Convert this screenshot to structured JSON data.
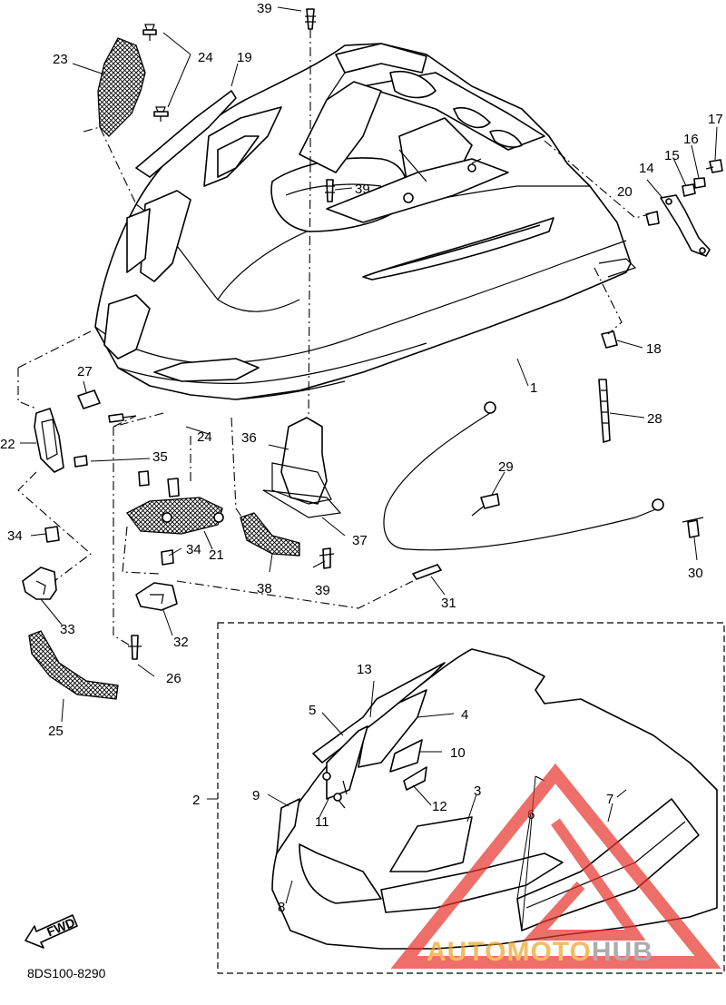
{
  "diagram_code": "8DS100-8290",
  "fwd_label": "FWD",
  "watermark": {
    "part1": "AUTO",
    "part2": "MOTO",
    "part3": "HUB"
  },
  "colors": {
    "watermark_red": "#e8322a",
    "watermark_orange": "#f0a020",
    "watermark_gray": "#8a8a8a"
  },
  "callouts": {
    "c1": "1",
    "c2": "2",
    "c3": "3",
    "c4": "4",
    "c5": "5",
    "c6": "6",
    "c7": "7",
    "c8": "8",
    "c9": "9",
    "c10": "10",
    "c11": "11",
    "c12": "12",
    "c13": "13",
    "c14": "14",
    "c15": "15",
    "c16": "16",
    "c17": "17",
    "c18": "18",
    "c19": "19",
    "c20": "20",
    "c21": "21",
    "c22": "22",
    "c23": "23",
    "c24a": "24",
    "c24b": "24",
    "c25": "25",
    "c26": "26",
    "c27": "27",
    "c28": "28",
    "c29": "29",
    "c30": "30",
    "c31": "31",
    "c32": "32",
    "c33": "33",
    "c34a": "34",
    "c34b": "34",
    "c35": "35",
    "c36": "36",
    "c37": "37",
    "c38": "38",
    "c39a": "39",
    "c39b": "39",
    "c39c": "39"
  }
}
